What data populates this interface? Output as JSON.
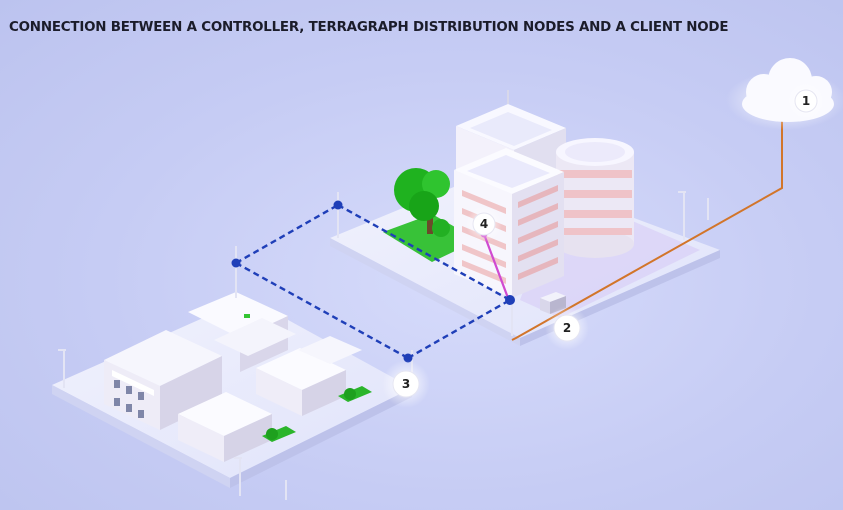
{
  "title": "CONNECTION BETWEEN A CONTROLLER, TERRAGRAPH DISTRIBUTION NODES AND A CLIENT NODE",
  "markers": [
    {
      "id": "1",
      "label": "1"
    },
    {
      "id": "2",
      "label": "2"
    },
    {
      "id": "3",
      "label": "3"
    },
    {
      "id": "4",
      "label": "4"
    }
  ],
  "colors": {
    "background": "#c9cff5",
    "wireless_link": "#1f3fb8",
    "fiber_link": "#d2752a",
    "client_link": "#d04ad0",
    "foliage": "#22b522"
  },
  "icons": [
    "cloud-icon",
    "distribution-node-icon",
    "client-node-icon"
  ]
}
